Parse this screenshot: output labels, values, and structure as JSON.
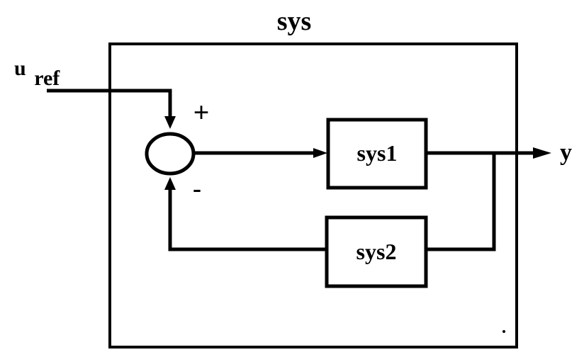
{
  "diagram": {
    "outer_label": "sys",
    "input_label_main": "u",
    "input_label_sub": "ref",
    "output_label": "y",
    "plus_sign": "+",
    "minus_sign": "-",
    "block1_label": "sys1",
    "block2_label": "sys2"
  },
  "colors": {
    "stroke": "#000000",
    "background": "#ffffff"
  }
}
